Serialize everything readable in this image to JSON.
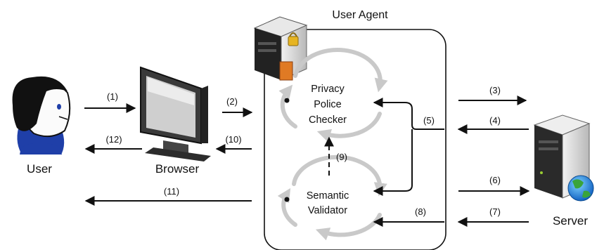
{
  "title": "User Agent",
  "nodes": {
    "user": "User",
    "browser": "Browser",
    "server": "Server"
  },
  "components": {
    "privacy_checker": [
      "Privacy",
      "Police",
      "Checker"
    ],
    "semantic_validator": [
      "Semantic",
      "Validator"
    ]
  },
  "steps": [
    "(1)",
    "(2)",
    "(3)",
    "(4)",
    "(5)",
    "(6)",
    "(7)",
    "(8)",
    "(9)",
    "(10)",
    "(11)",
    "(12)"
  ],
  "icons": {
    "user": "user-head-icon",
    "browser": "monitor-icon",
    "user_agent": "secure-server-icon",
    "server": "web-server-icon"
  },
  "colors": {
    "accent_blue": "#1f3fa8",
    "cycle_gray": "#c9c9c9",
    "lock_gold": "#e6b422",
    "key_orange": "#e07a24"
  }
}
